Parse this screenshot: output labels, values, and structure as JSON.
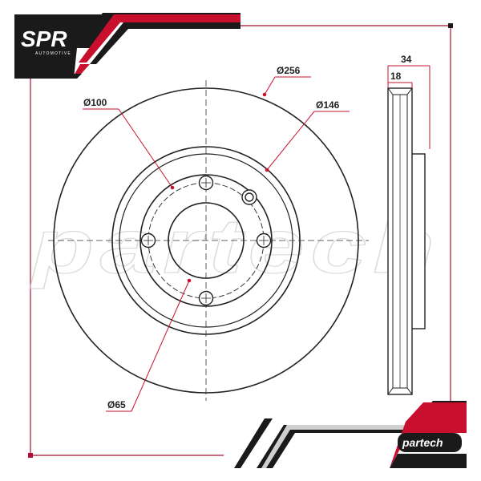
{
  "logo_top": {
    "name": "SPR",
    "subtitle": "AUTOMOTIVE"
  },
  "logo_bottom": {
    "name": "partech"
  },
  "watermark": "partech",
  "dimensions": {
    "outer_diameter": "Ø256",
    "bolt_circle": "Ø100",
    "hub_diameter": "Ø146",
    "center_bore": "Ø65",
    "total_thickness": "34",
    "disc_thickness": "18"
  },
  "colors": {
    "accent": "#c8102e",
    "dark": "#1a1a1a",
    "line": "#222222",
    "frame": "#b01030"
  }
}
